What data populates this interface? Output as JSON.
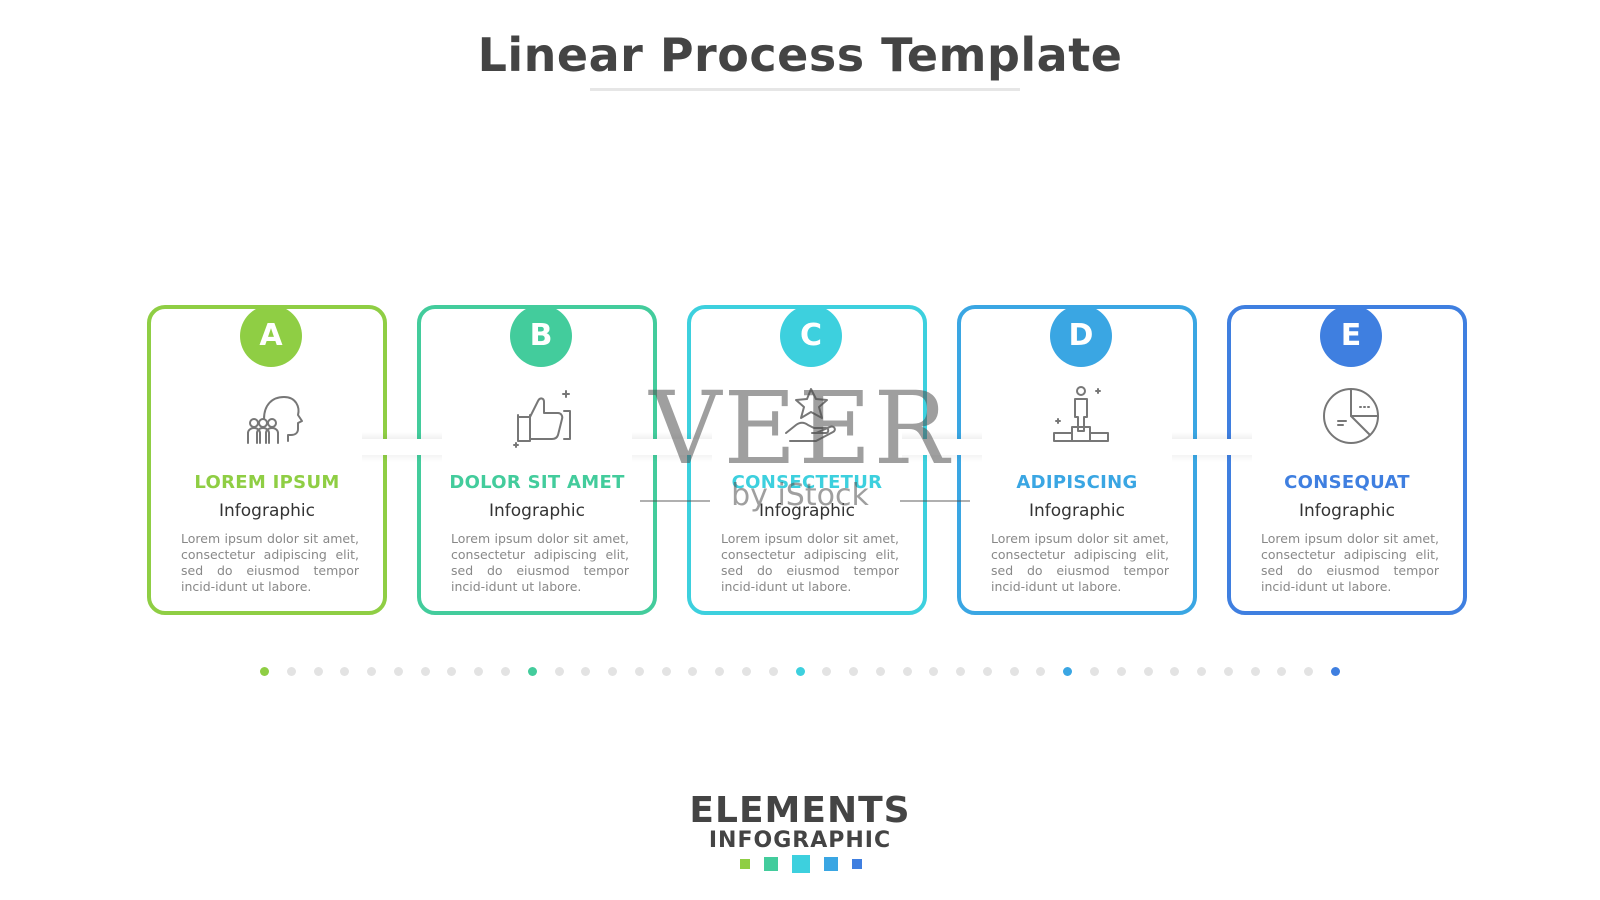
{
  "title": "Linear Process Template",
  "steps": [
    {
      "letter": "A",
      "title": "LOREM IPSUM",
      "subtitle": "Infographic",
      "text": "Lorem ipsum dolor sit amet, consectetur adipiscing elit, sed do eiusmod tempor incid-idunt ut labore.",
      "color": "#8fce44",
      "icon": "team-head-icon"
    },
    {
      "letter": "B",
      "title": "DOLOR SIT AMET",
      "subtitle": "Infographic",
      "text": "Lorem ipsum dolor sit amet, consectetur adipiscing elit, sed do eiusmod tempor incid-idunt ut labore.",
      "color": "#43cc9c",
      "icon": "thumbs-up-icon"
    },
    {
      "letter": "C",
      "title": "CONSECTETUR",
      "subtitle": "Infographic",
      "text": "Lorem ipsum dolor sit amet, consectetur adipiscing elit, sed do eiusmod tempor incid-idunt ut labore.",
      "color": "#3dd0de",
      "icon": "hand-star-icon"
    },
    {
      "letter": "D",
      "title": "ADIPISCING",
      "subtitle": "Infographic",
      "text": "Lorem ipsum dolor sit amet, consectetur adipiscing elit, sed do eiusmod tempor incid-idunt ut labore.",
      "color": "#3aa6e3",
      "icon": "podium-winner-icon"
    },
    {
      "letter": "E",
      "title": "CONSEQUAT",
      "subtitle": "Infographic",
      "text": "Lorem ipsum dolor sit amet, consectetur adipiscing elit, sed do eiusmod tempor incid-idunt ut labore.",
      "color": "#3f7fe0",
      "icon": "pie-chart-icon"
    }
  ],
  "logo": {
    "line1": "ELEMENTS",
    "line2": "INFOGRAPHIC"
  },
  "watermark": {
    "main": "VEER",
    "sub": "by iStock"
  }
}
